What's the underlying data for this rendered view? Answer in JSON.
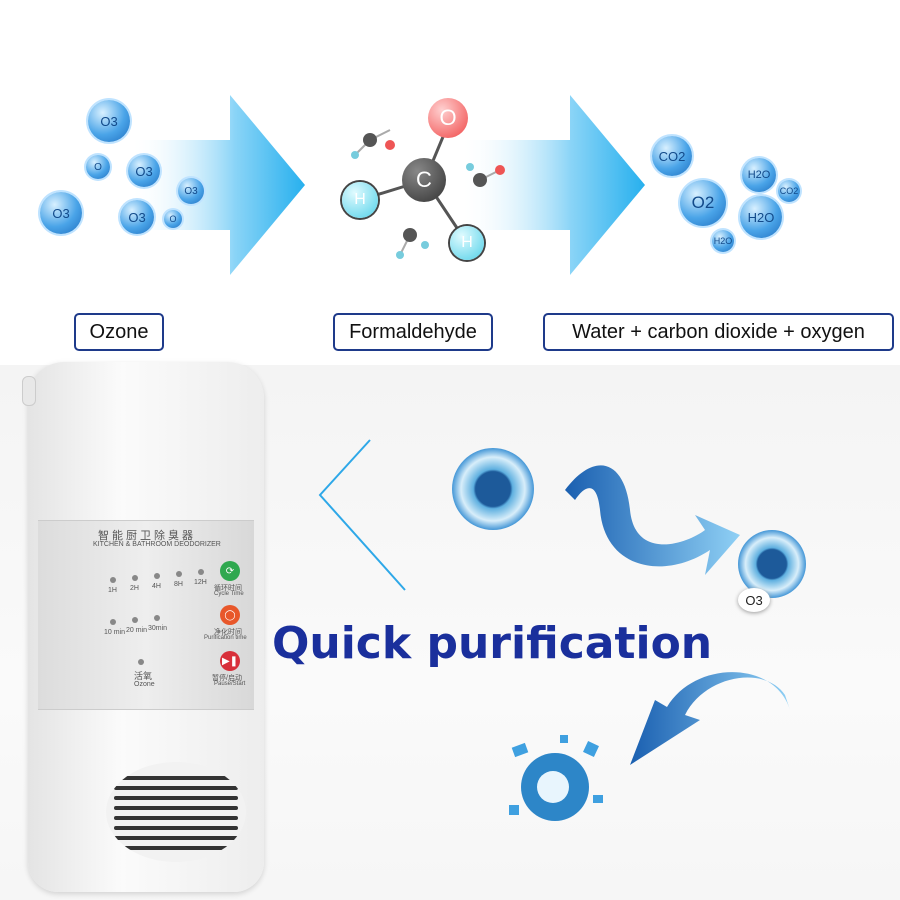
{
  "labels": {
    "ozone": "Ozone",
    "formaldehyde": "Formaldehyde",
    "result": "Water + carbon dioxide + oxygen"
  },
  "molecules": {
    "ozone": [
      "O3",
      "O3",
      "O3",
      "O3",
      "O3",
      "O",
      "O"
    ],
    "formaldehyde": {
      "center": "C",
      "top": "O",
      "left": "H",
      "right": "H"
    },
    "products": [
      "CO2",
      "H2O",
      "O2",
      "H2O",
      "CO2",
      "H2O"
    ]
  },
  "device": {
    "title_cn": "智能厨卫除臭器",
    "title_en": "KITCHEN & BATHROOM DEODORIZER",
    "cycle_times": [
      "1H",
      "2H",
      "4H",
      "8H",
      "12H"
    ],
    "purify_times": [
      "10 min",
      "20 min",
      "30min"
    ],
    "ozone_cn": "活氧",
    "ozone_en": "Ozone",
    "buttons": [
      {
        "cn": "循环时间",
        "en": "Cycle Time",
        "color": "#2fa84f"
      },
      {
        "cn": "净化时间",
        "en": "Purification time",
        "color": "#e8572a"
      },
      {
        "cn": "暂停/启动",
        "en": "Pause/Start",
        "color": "#d8303a"
      }
    ]
  },
  "headline": "Quick purification",
  "o3_tag": "O3"
}
